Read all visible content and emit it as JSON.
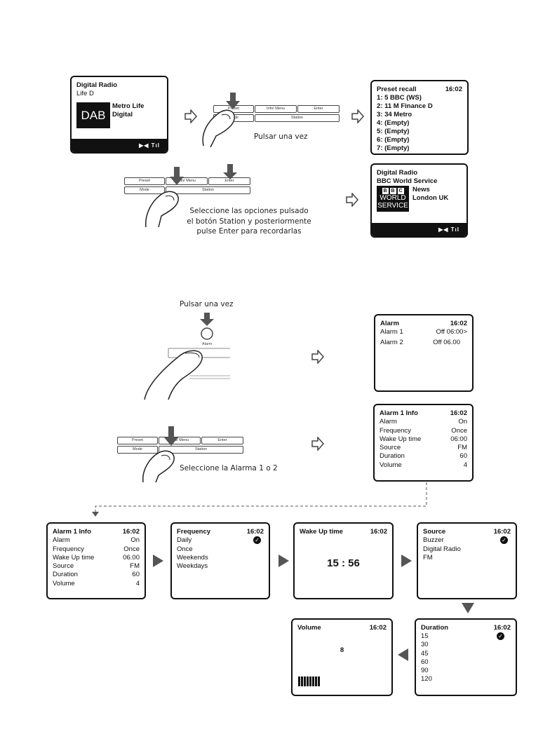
{
  "section_preset": {
    "dab_screen": {
      "line1": "Digital Radio",
      "line2": "Life D",
      "logo": "DAB",
      "info1": "Metro Life",
      "info2": "Digital",
      "signal": "▶◀ Tıl"
    },
    "keypad_top": {
      "preset": "Preset",
      "info_menu": "Info/ Menu",
      "enter": "Enter",
      "mode": "Mode",
      "station": "Station"
    },
    "caption_once": "Pulsar una vez",
    "preset_recall": {
      "title": "Preset recall",
      "time": "16:02",
      "items": [
        "1: 5 BBC (WS)",
        "2: 11 M Finance D",
        "3: 34 Metro",
        "4: (Empty)",
        "5: (Empty)",
        "6: (Empty)",
        "7: (Empty)"
      ]
    },
    "keypad_mid": {
      "preset": "Preset",
      "info_menu": "Info/ Menu",
      "enter": "Enter",
      "mode": "Mode",
      "station": "Station"
    },
    "caption_select": [
      "Seleccione las opciones pulsado",
      "el botón Station y posteriormente",
      "pulse Enter para recordarlas"
    ],
    "bbc_screen": {
      "line1": "Digital Radio",
      "line2": "BBC World Service",
      "logo_letters": [
        "B",
        "B",
        "C"
      ],
      "logo_line1": "WORLD",
      "logo_line2": "SERVICE",
      "info1": "News",
      "info2": "London UK",
      "signal": "▶◀ Tıl"
    }
  },
  "section_alarm": {
    "caption_once": "Pulsar una vez",
    "alarm_button_label": "Alarm",
    "alarm_screen": {
      "title": "Alarm",
      "time": "16:02",
      "rows": [
        {
          "label": "Alarm 1",
          "value": "Off  06:00>"
        },
        {
          "label": "Alarm 2",
          "value": "Off 06.00"
        }
      ]
    },
    "keypad": {
      "preset": "Preset",
      "info_menu": "Info/ Menu",
      "enter": "Enter",
      "mode": "Mode",
      "station": "Station"
    },
    "caption_select": "Seleccione la Alarma 1 o 2",
    "alarm1_info_a": {
      "title": "Alarm 1 Info",
      "time": "16:02",
      "rows": [
        {
          "label": "Alarm",
          "value": "On"
        },
        {
          "label": "Frequency",
          "value": "Once"
        },
        {
          "label": "Wake Up time",
          "value": "06:00"
        },
        {
          "label": "Source",
          "value": "FM"
        },
        {
          "label": "Duration",
          "value": "60"
        },
        {
          "label": "Volume",
          "value": "4"
        }
      ]
    }
  },
  "section_flow": {
    "alarm1_info_b": {
      "title": "Alarm 1 Info",
      "time": "16:02",
      "rows": [
        {
          "label": "Alarm",
          "value": "On"
        },
        {
          "label": "Frequency",
          "value": "Once"
        },
        {
          "label": "Wake Up time",
          "value": "06.00"
        },
        {
          "label": "Source",
          "value": "FM"
        },
        {
          "label": "Duration",
          "value": "60"
        },
        {
          "label": "Volume",
          "value": "4"
        }
      ]
    },
    "frequency": {
      "title": "Frequency",
      "time": "16:02",
      "items": [
        "Daily",
        "Once",
        "Weekends",
        "Weekdays"
      ]
    },
    "wakeup": {
      "title": "Wake Up time",
      "time": "16:02",
      "value": "15 : 56"
    },
    "source": {
      "title": "Source",
      "time": "16:02",
      "items": [
        "Buzzer",
        "Digital Radio",
        "FM"
      ]
    },
    "duration": {
      "title": "Duration",
      "time": "16:02",
      "items": [
        "15",
        "30",
        "45",
        "60",
        "90",
        "120"
      ]
    },
    "volume": {
      "title": "Volume",
      "time": "16:02",
      "value": "8",
      "level": 8
    }
  }
}
